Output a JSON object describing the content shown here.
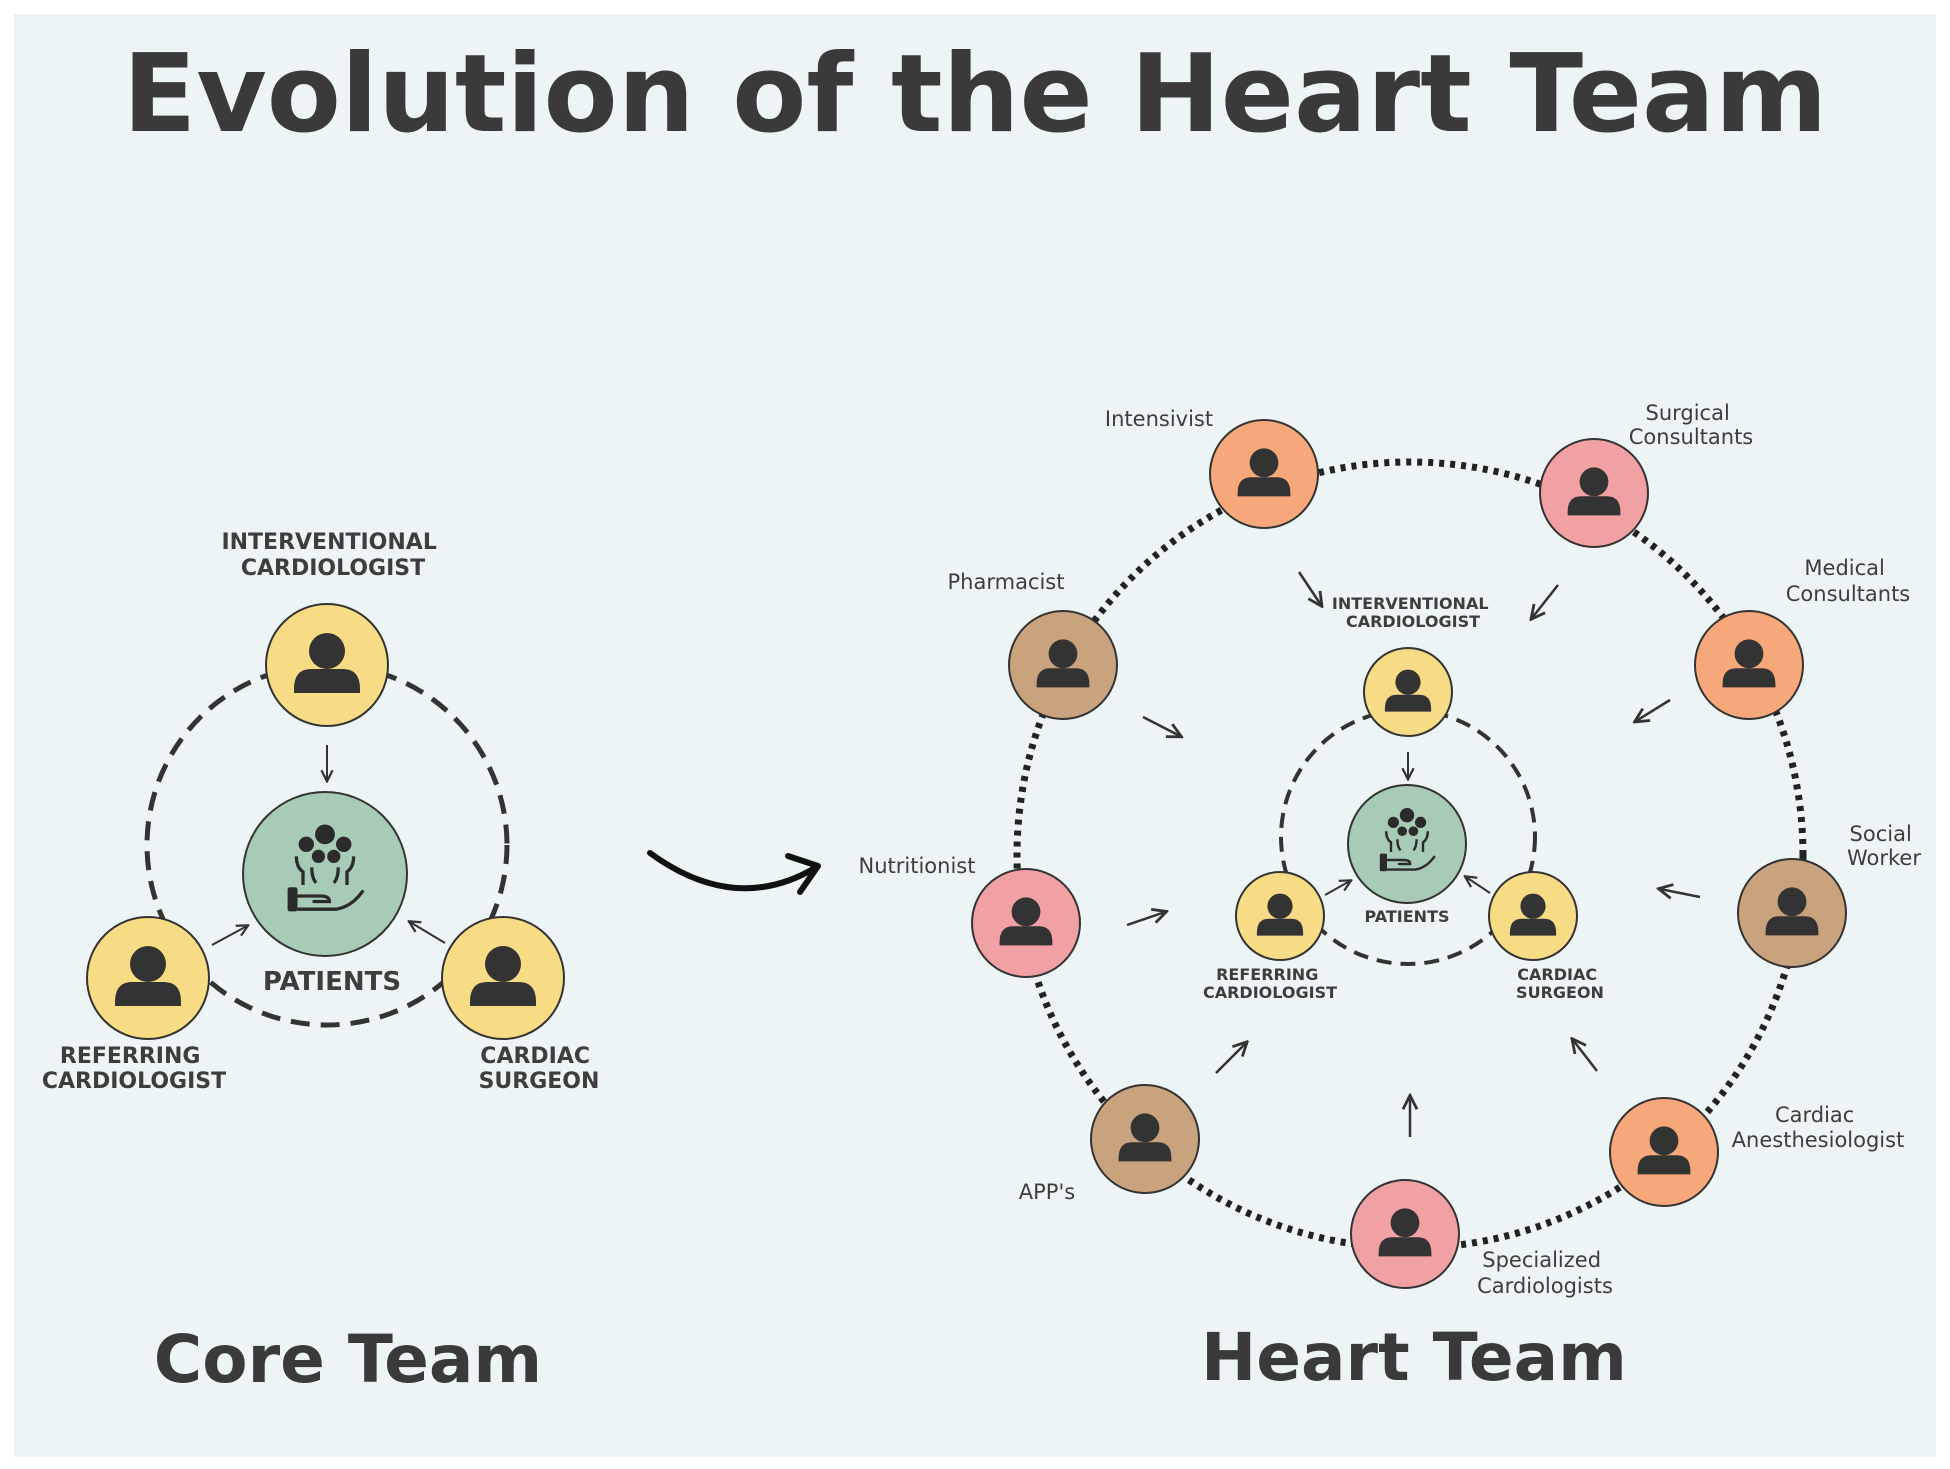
{
  "title": "Evolution of the Heart Team",
  "core": {
    "heading": "Core Team",
    "patients": "PATIENTS",
    "interventional": [
      "INTERVENTIONAL",
      "CARDIOLOGIST"
    ],
    "referring": [
      "REFERRING",
      "CARDIOLOGIST"
    ],
    "surgeon": [
      "CARDIAC",
      "SURGEON"
    ]
  },
  "heart": {
    "heading": "Heart Team",
    "patients": "PATIENTS",
    "interventional": [
      "INTERVENTIONAL",
      "CARDIOLOGIST"
    ],
    "referring": [
      "REFERRING",
      "CARDIOLOGIST"
    ],
    "surgeon": [
      "CARDIAC",
      "SURGEON"
    ],
    "members": {
      "intensivist": [
        "Intensivist"
      ],
      "surgical": [
        "Surgical",
        "Consultants"
      ],
      "pharmacist": [
        "Pharmacist"
      ],
      "medical": [
        "Medical",
        "Consultants"
      ],
      "nutritionist": [
        "Nutritionist"
      ],
      "social": [
        "Social",
        "Worker"
      ],
      "apps": [
        "APP's"
      ],
      "anesthesiologist": [
        "Cardiac",
        "Anesthesiologist"
      ],
      "specialized": [
        "Specialized",
        "Cardiologists"
      ]
    }
  },
  "colors": {
    "background": "#ecf4f6",
    "core_yellow": "#f7dc85",
    "patients_green": "#a8cbb6",
    "orange": "#f7a87a",
    "pink": "#f1a0a3",
    "tan": "#c9a27e",
    "icon_dark": "#333333"
  }
}
